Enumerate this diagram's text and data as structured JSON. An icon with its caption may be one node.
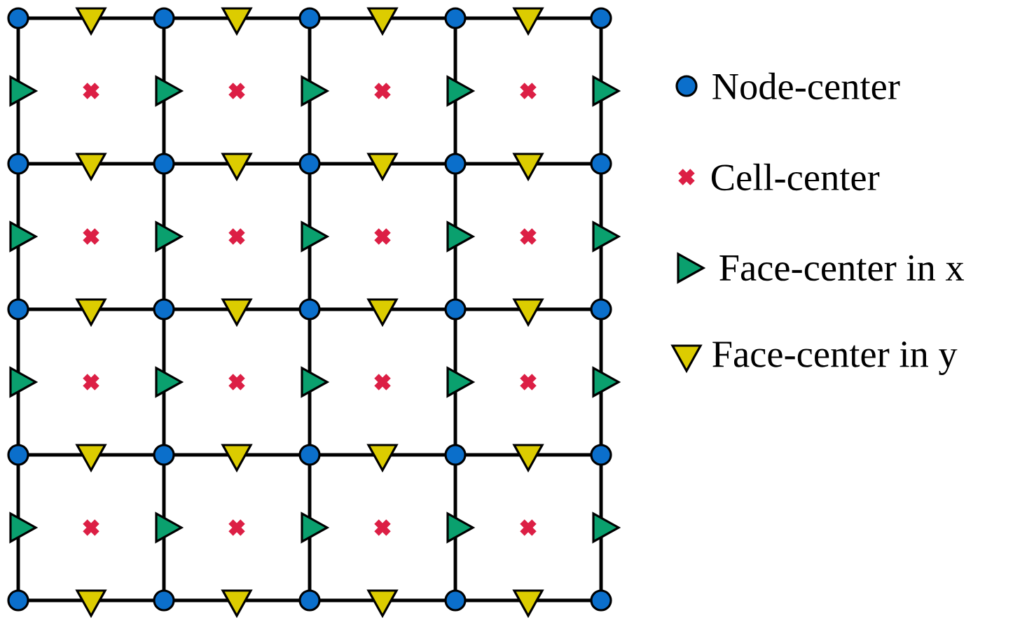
{
  "diagram": {
    "legend": [
      {
        "text": "Node-center"
      },
      {
        "text": "Cell-center"
      },
      {
        "text": "Face-center in x"
      },
      {
        "text": "Face-center in y"
      }
    ]
  }
}
